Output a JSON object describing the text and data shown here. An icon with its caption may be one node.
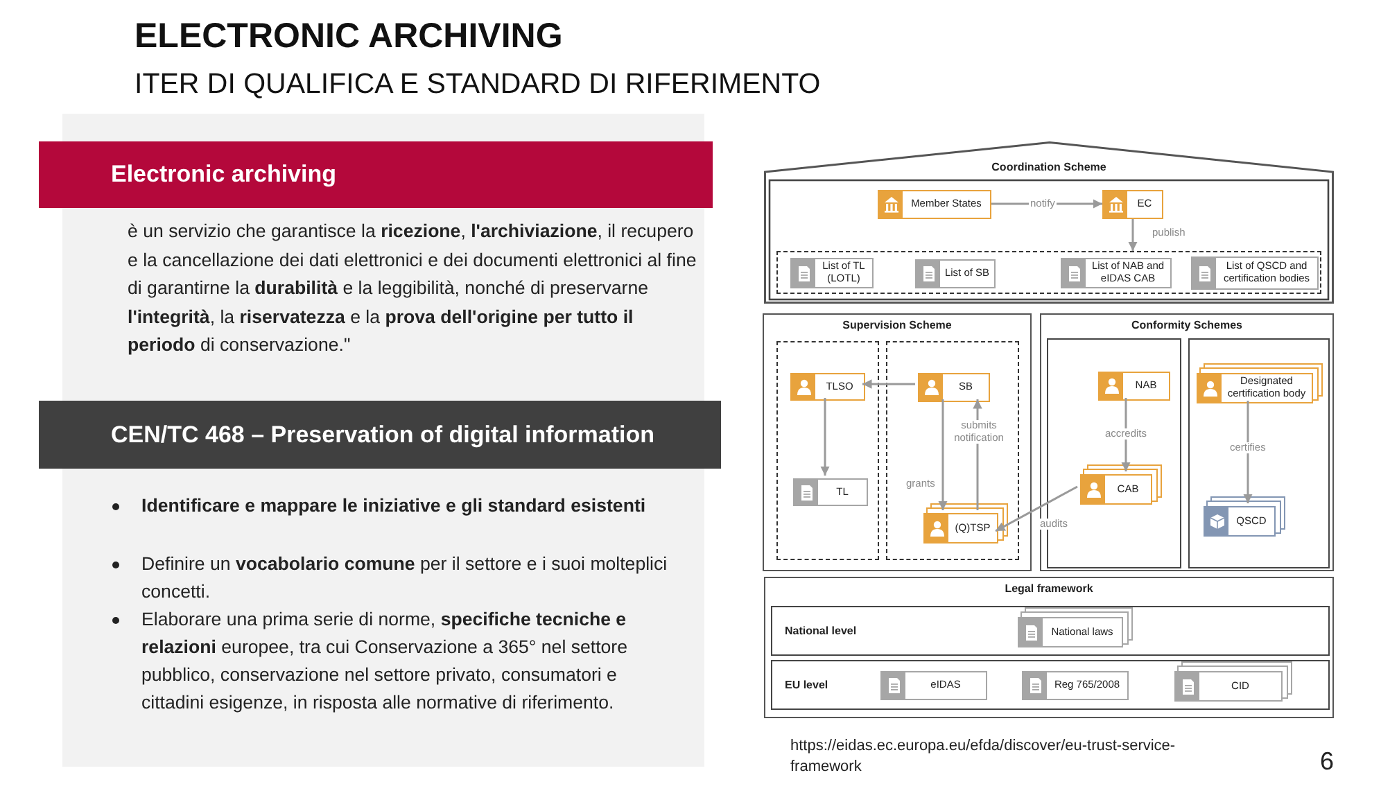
{
  "diagram": {
    "title": "ELECTRONIC ARCHIVING",
    "nodes": [
      {
        "text": [
          "Electronic archiving"
        ]
      },
      {
        "text": [
          "CEN/TC 468 – Preservation of digital information"
        ]
      },
      {
        "text": [
          "Coordination Scheme"
        ]
      },
      {
        "text": [
          "Member States"
        ],
        "in": 2
      },
      {
        "text": [
          "EC"
        ],
        "in": 2
      },
      {
        "text": [],
        "shape": "box",
        "in": 2
      },
      {
        "text": [
          "List of TL (LOTL)"
        ],
        "in": 5
      },
      {
        "text": [
          "List of SB"
        ],
        "in": 5
      },
      {
        "text": [
          "List of NAB and eIDAS CAB"
        ],
        "in": 5
      },
      {
        "text": [
          "List of QSCD and certification bodies"
        ],
        "in": 5
      },
      {
        "text": [
          "Supervision Scheme"
        ]
      },
      {
        "text": [],
        "shape": "box",
        "in": 10
      },
      {
        "text": [
          "TLSO"
        ],
        "in": 11
      },
      {
        "text": [
          "TL"
        ],
        "in": 11
      },
      {
        "text": [],
        "shape": "box",
        "in": 10
      },
      {
        "text": [
          "SB"
        ],
        "in": 14
      },
      {
        "text": [
          "(Q)TSP"
        ],
        "in": 14
      },
      {
        "text": [
          "Conformity Schemes"
        ]
      },
      {
        "text": [],
        "shape": "box",
        "in": 17
      },
      {
        "text": [
          "NAB"
        ],
        "in": 18
      },
      {
        "text": [
          "CAB"
        ],
        "in": 18
      },
      {
        "text": [],
        "shape": "box",
        "in": 17
      },
      {
        "text": [
          "Designated certification body"
        ],
        "in": 21
      },
      {
        "text": [
          "QSCD"
        ],
        "in": 21
      },
      {
        "text": [
          "Legal framework"
        ]
      },
      {
        "text": [
          "National level"
        ],
        "in": 24
      },
      {
        "text": [
          "National laws"
        ],
        "in": 25
      },
      {
        "text": [
          "EU level"
        ],
        "in": 24
      },
      {
        "text": [
          "eIDAS"
        ],
        "in": 27
      },
      {
        "text": [
          "Reg 765/2008"
        ],
        "in": 27
      },
      {
        "text": [
          "CID"
        ],
        "in": 27
      }
    ],
    "edges": [
      {
        "from": 3,
        "to": 4,
        "arrow": "to",
        "label": "notify"
      },
      {
        "from": 4,
        "to": 5,
        "arrow": "to",
        "label": "publish"
      },
      {
        "from": 15,
        "to": 12,
        "arrow": "to"
      },
      {
        "from": 12,
        "to": 13,
        "arrow": "to"
      },
      {
        "from": 15,
        "to": 16,
        "arrow": "to",
        "label": "grants"
      },
      {
        "from": 16,
        "to": 15,
        "arrow": "to",
        "label": "submits notification"
      },
      {
        "from": 19,
        "to": 20,
        "arrow": "to",
        "label": "accredits"
      },
      {
        "from": 20,
        "to": 16,
        "arrow": "to",
        "label": "audits"
      },
      {
        "from": 22,
        "to": 23,
        "arrow": "to",
        "label": "certifies"
      }
    ],
    "labels": [
      "ITER DI QUALIFICA E STANDARD DI RIFERIMENTO",
      "è un servizio che garantisce la **ricezione**, **l'archiviazione**, il recupero e la cancellazione dei dati elettronici e dei documenti elettronici al fine di garantirne la **durabilità** e la leggibilità, nonché di preservarne **l'integrità**, la **riservatezza** e la **prova dell'origine per tutto il periodo** di conservazione.\"",
      "Identificare e mappare le iniziative e gli standard esistenti",
      "Definire un **vocabolario comune** per il settore e i suoi molteplici concetti.",
      "Elaborare una prima serie di norme, **specifiche tecniche e relazioni** europee, tra cui Conservazione a 365° nel settore pubblico, conservazione nel settore privato, consumatori e cittadini esigenze, in risposta alle normative di riferimento.",
      "https://eidas.ec.europa.eu/efda/discover/eu-trust-service-framework",
      "6"
    ]
  }
}
